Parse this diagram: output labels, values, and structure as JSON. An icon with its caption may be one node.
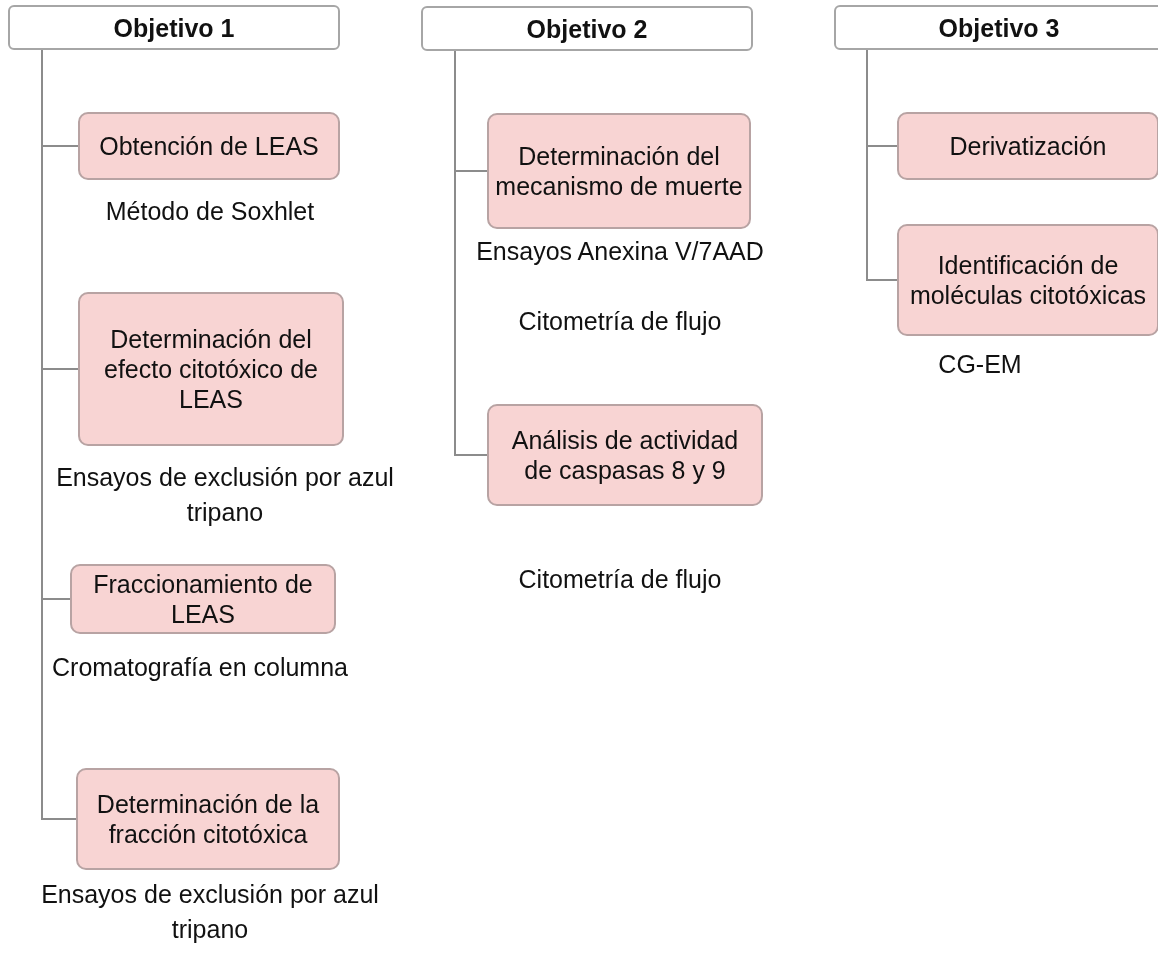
{
  "diagram": {
    "nodes": [
      {
        "text": [
          "Objetivo 1"
        ]
      },
      {
        "text": [
          "Obtención de LEAS"
        ],
        "beside": [
          "Método de Soxhlet"
        ]
      },
      {
        "text": [
          "Determinación del efecto citotóxico de LEAS"
        ],
        "beside": [
          "Ensayos de exclusión por azul tripano"
        ]
      },
      {
        "text": [
          "Fraccionamiento de LEAS"
        ],
        "beside": [
          "Cromatografía en columna"
        ]
      },
      {
        "text": [
          "Determinación de la fracción citotóxica"
        ],
        "beside": [
          "Ensayos de exclusión por azul tripano"
        ]
      },
      {
        "text": [
          "Objetivo 2"
        ]
      },
      {
        "text": [
          "Determinación del mecanismo de muerte"
        ],
        "beside": [
          "Ensayos Anexina V/7AAD",
          "Citometría de flujo"
        ]
      },
      {
        "text": [
          "Análisis de actividad de caspasas 8 y 9"
        ],
        "beside": [
          "Citometría de flujo"
        ]
      },
      {
        "text": [
          "Objetivo 3"
        ]
      },
      {
        "text": [
          "Derivatización"
        ]
      },
      {
        "text": [
          "Identificación de moléculas citotóxicas"
        ],
        "beside": [
          "CG-EM"
        ]
      }
    ],
    "edges": [
      {
        "from": 0,
        "to": 1,
        "arrow": "none"
      },
      {
        "from": 0,
        "to": 2,
        "arrow": "none"
      },
      {
        "from": 0,
        "to": 3,
        "arrow": "none"
      },
      {
        "from": 0,
        "to": 4,
        "arrow": "none"
      },
      {
        "from": 5,
        "to": 6,
        "arrow": "none"
      },
      {
        "from": 5,
        "to": 7,
        "arrow": "none"
      },
      {
        "from": 8,
        "to": 9,
        "arrow": "none"
      },
      {
        "from": 8,
        "to": 10,
        "arrow": "none"
      }
    ]
  }
}
